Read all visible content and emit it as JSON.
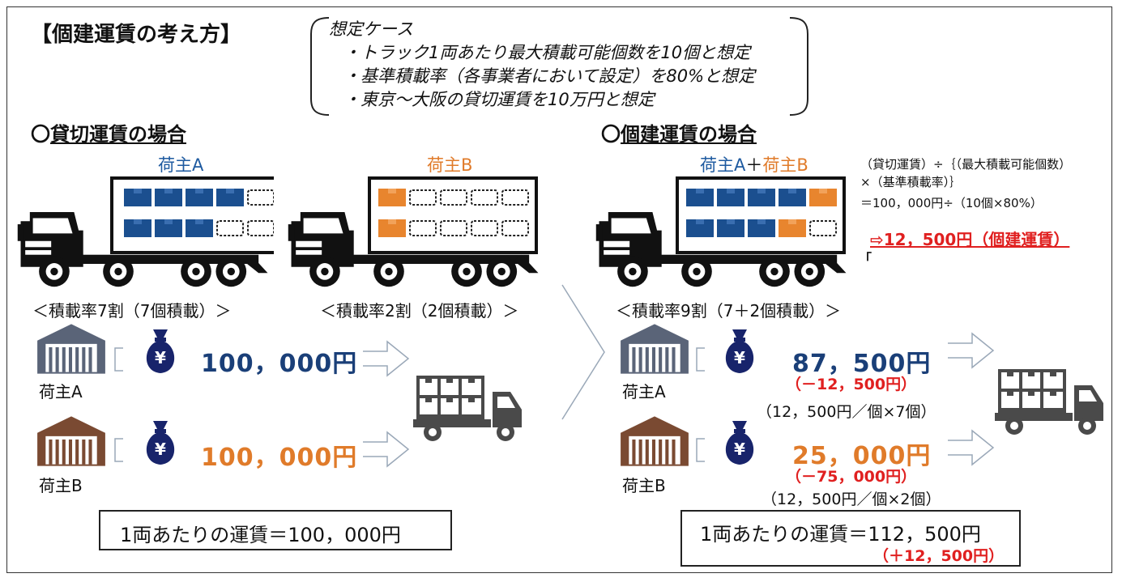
{
  "title": "【個建運賃の考え方】",
  "assumptions": {
    "heading": "想定ケース",
    "items": [
      "・トラック1両あたり最大積載可能個数を10個と想定",
      "・基準積載率（各事業者において設定）を80%と想定",
      "・東京～大阪の貸切運賃を10万円と想定"
    ]
  },
  "charter": {
    "heading_prefix": "〇",
    "heading": "貸切運賃の場合",
    "shipper_a_label": "荷主A",
    "shipper_b_label": "荷主B",
    "load_a": "＜積載率7割（7個積載）＞",
    "load_b": "＜積載率2割（2個積載）＞",
    "row_a": {
      "name": "荷主A",
      "amount": "100，000円"
    },
    "row_b": {
      "name": "荷主B",
      "amount": "100，000円"
    },
    "total": "1両あたりの運賃＝100，000円"
  },
  "individual": {
    "heading_prefix": "〇",
    "heading": "個建運賃の場合",
    "shipper_label_a": "荷主A",
    "shipper_label_plus": "＋",
    "shipper_label_b": "荷主B",
    "load": "＜積載率9割（7＋2個積載）＞",
    "formula_line1": "（貸切運賃）÷｛（最大積載可能個数）",
    "formula_line2": "×（基準積載率）｝",
    "formula_line3": "＝100，000円÷（10個×80%）",
    "result": "⇨12，500円（個建運賃）",
    "stray_mark": "｢",
    "row_a": {
      "name": "荷主A",
      "amount": "87，500円",
      "diff": "（－12，500円）",
      "calc": "（12，500円／個×7個）"
    },
    "row_b": {
      "name": "荷主B",
      "amount": "25，000円",
      "diff": "（－75，000円）",
      "calc": "（12，500円／個×2個）"
    },
    "total": "1両あたりの運賃＝112，500円",
    "total_diff": "（＋12，500円）"
  },
  "icons": {
    "truck": "truck-icon",
    "warehouse": "warehouse-icon",
    "money_bag": "yen-money-bag-icon",
    "delivery_truck": "delivery-truck-icon",
    "arrow": "right-arrow-icon"
  },
  "colors": {
    "blue_cargo": "#1b4f8f",
    "orange_cargo": "#e8852e",
    "navy_bag": "#18246b",
    "warehouse_a": "#5a6478",
    "warehouse_b": "#7a4a32",
    "red": "#e02020"
  },
  "money_symbol": "¥"
}
